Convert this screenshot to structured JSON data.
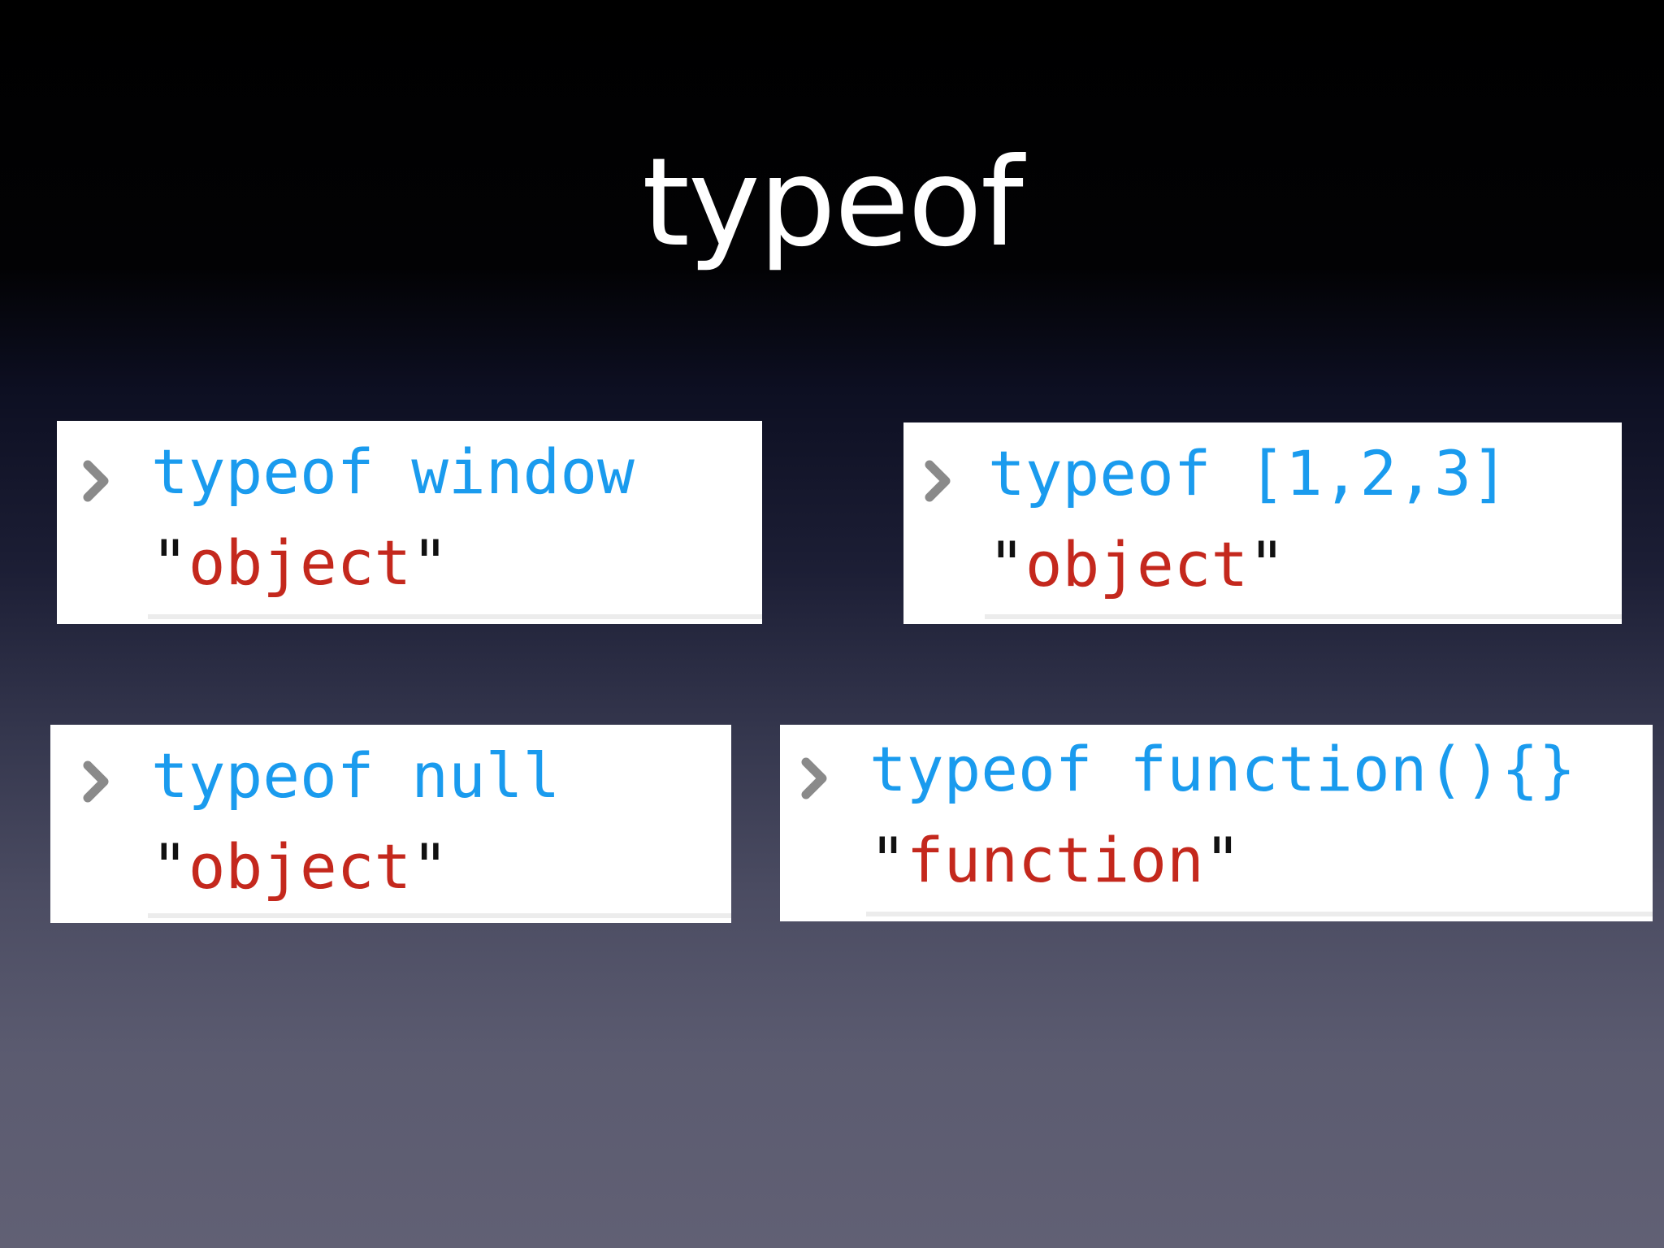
{
  "slide": {
    "title": "typeof"
  },
  "colors": {
    "input_text": "#1a9bee",
    "result_value": "#c4281d",
    "quote": "#111111",
    "prompt_chevron": "#8a8a8a",
    "panel_background": "#ffffff"
  },
  "console_entries": [
    {
      "prompt_icon": "chevron-right-icon",
      "input": "typeof window",
      "result_open_quote": "\"",
      "result_value": "object",
      "result_close_quote": "\""
    },
    {
      "prompt_icon": "chevron-right-icon",
      "input": "typeof [1,2,3]",
      "result_open_quote": "\"",
      "result_value": "object",
      "result_close_quote": "\""
    },
    {
      "prompt_icon": "chevron-right-icon",
      "input": "typeof null",
      "result_open_quote": "\"",
      "result_value": "object",
      "result_close_quote": "\""
    },
    {
      "prompt_icon": "chevron-right-icon",
      "input": "typeof function(){}",
      "result_open_quote": "\"",
      "result_value": "function",
      "result_close_quote": "\""
    }
  ]
}
